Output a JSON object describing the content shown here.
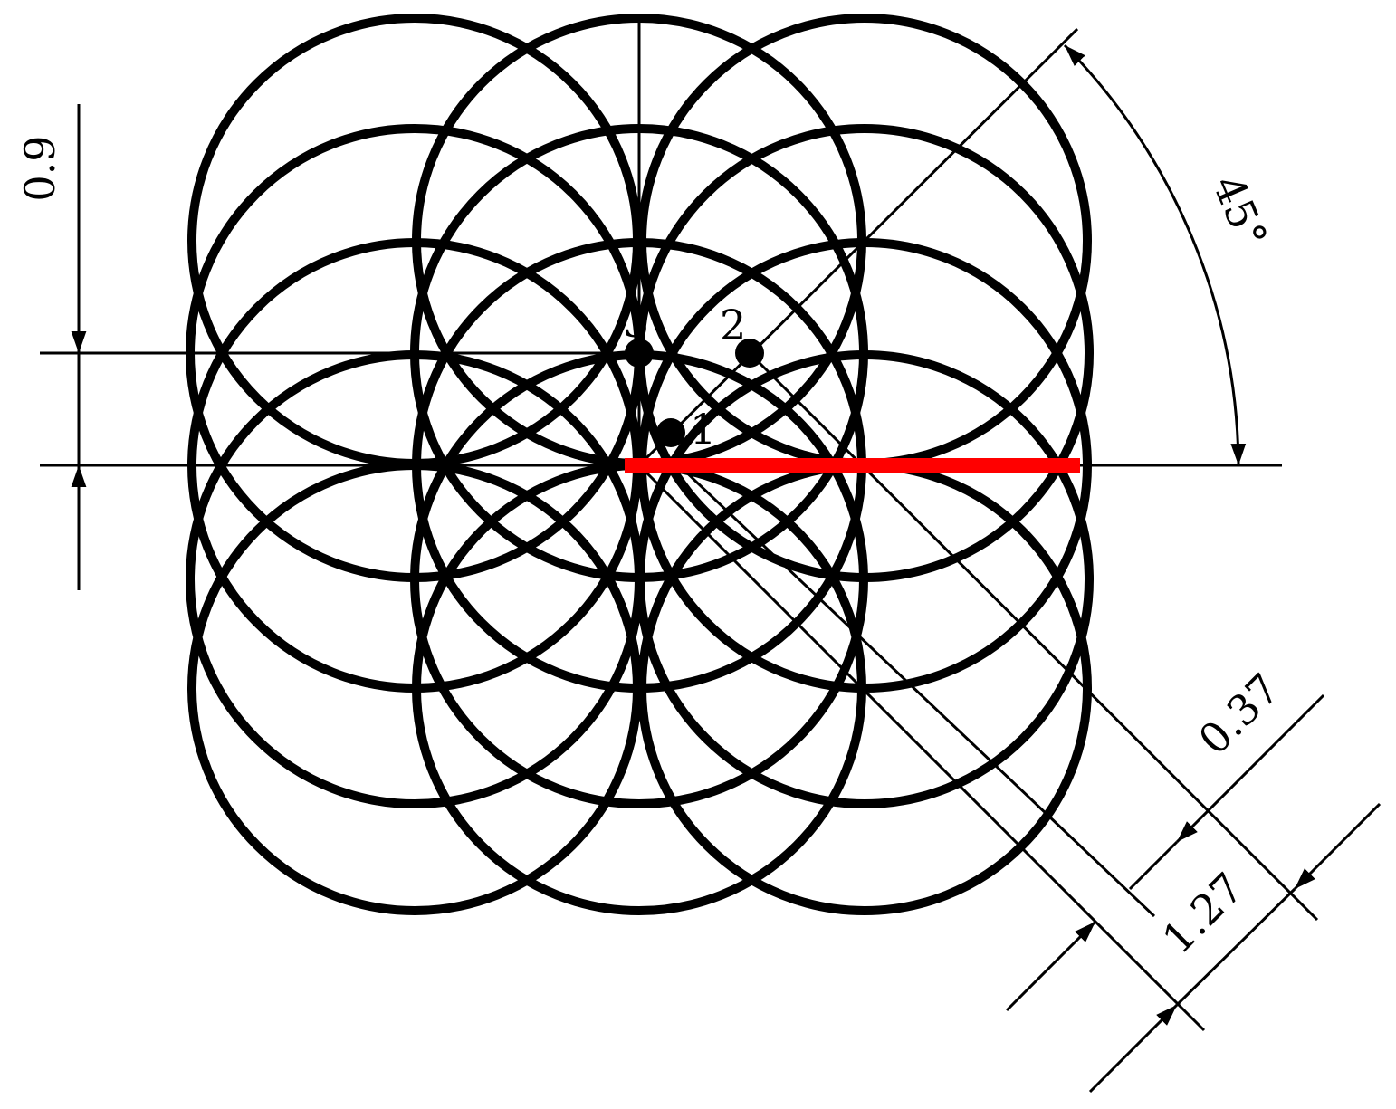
{
  "colors": {
    "stroke": "#000000",
    "highlight": "#ff0000",
    "background": "#ffffff"
  },
  "labels": {
    "dim_vertical": "0.9",
    "dim_angle": "45°",
    "dim_small_diag": "0.37",
    "dim_large_diag": "1.27",
    "point_1": "1",
    "point_2": "2",
    "point_3": "3"
  }
}
